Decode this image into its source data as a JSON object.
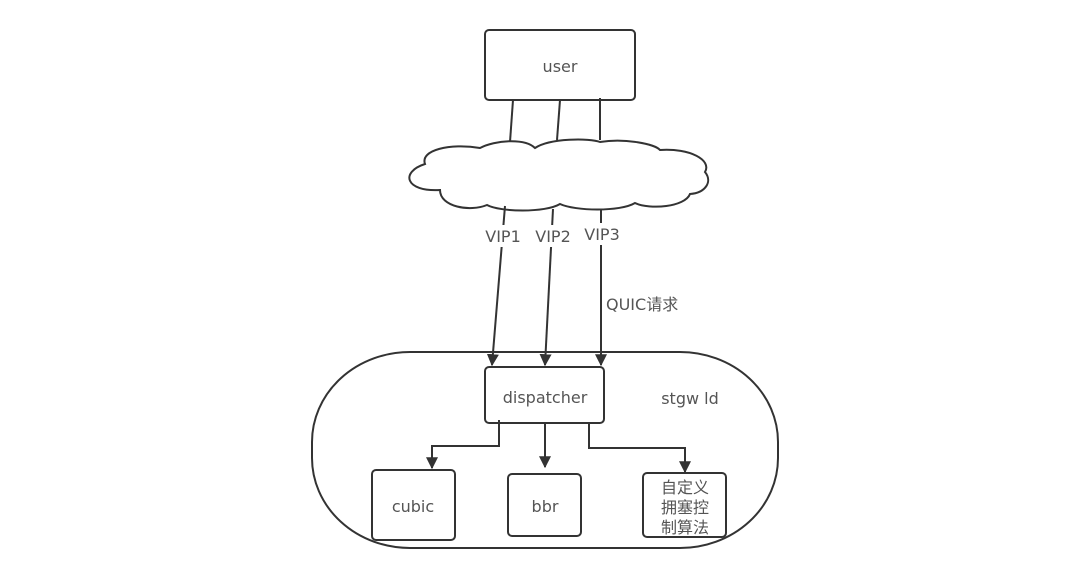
{
  "diagram": {
    "nodes": {
      "user": {
        "label": "user"
      },
      "cloud": {
        "label": ""
      },
      "stgw": {
        "label": "stgw ld"
      },
      "dispatcher": {
        "label": "dispatcher"
      },
      "cubic": {
        "label": "cubic"
      },
      "bbr": {
        "label": "bbr"
      },
      "custom": {
        "lines": [
          "自定义",
          "拥塞控",
          "制算法"
        ]
      }
    },
    "edges": {
      "vip1": {
        "label": "VIP1"
      },
      "vip2": {
        "label": "VIP2"
      },
      "vip3": {
        "label": "VIP3"
      },
      "quic": {
        "label": "QUIC请求"
      }
    },
    "colors": {
      "stroke": "#333333",
      "text": "#555555",
      "background": "#ffffff"
    }
  }
}
